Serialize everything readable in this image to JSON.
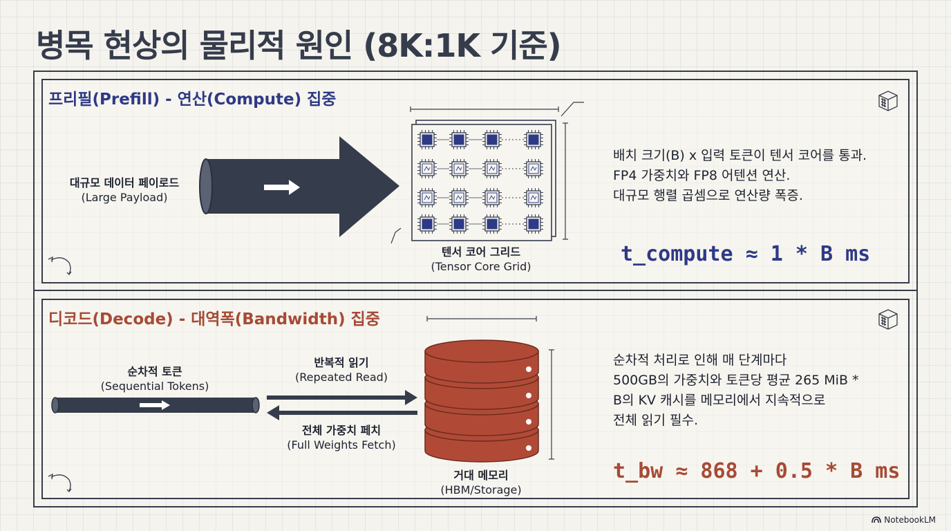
{
  "title": "병목 현상의 물리적 원인 (8K:1K 기준)",
  "prefill": {
    "heading": "프리필(Prefill) - 연산(Compute) 집중",
    "payload_label": "대규모 데이터 페이로드",
    "payload_sub": "(Large Payload)",
    "grid_label": "텐서 코어 그리드",
    "grid_sub": "(Tensor Core Grid)",
    "desc": [
      "배치 크기(B) x 입력 토큰이 텐서 코어를 통과.",
      "FP4 가중치와 FP8 어텐션 연산.",
      "대규모 행렬 곱셈으로 연산량 폭증."
    ],
    "formula": "t_compute ≈ 1 * B ms"
  },
  "decode": {
    "heading": "디코드(Decode) - 대역폭(Bandwidth) 집중",
    "tokens_label": "순차적 토큰",
    "tokens_sub": "(Sequential Tokens)",
    "read_label": "반복적 읽기",
    "read_sub": "(Repeated Read)",
    "fetch_label": "전체 가중치 페치",
    "fetch_sub": "(Full Weights Fetch)",
    "memory_label": "거대 메모리",
    "memory_sub": "(HBM/Storage)",
    "desc": [
      "순차적 처리로 인해 매 단계마다",
      "500GB의 가중치와 토큰당 평균 265 MiB *",
      "B의 KV 캐시를 메모리에서 지속적으로",
      "전체 읽기 필수."
    ],
    "formula": "t_bw ≈ 868 + 0.5 * B ms"
  },
  "brand": "NotebookLM",
  "colors": {
    "navy": "#353c4b",
    "blue_accent": "#2e3a86",
    "red_accent": "#a64a36",
    "memory_fill": "#b04a36"
  }
}
